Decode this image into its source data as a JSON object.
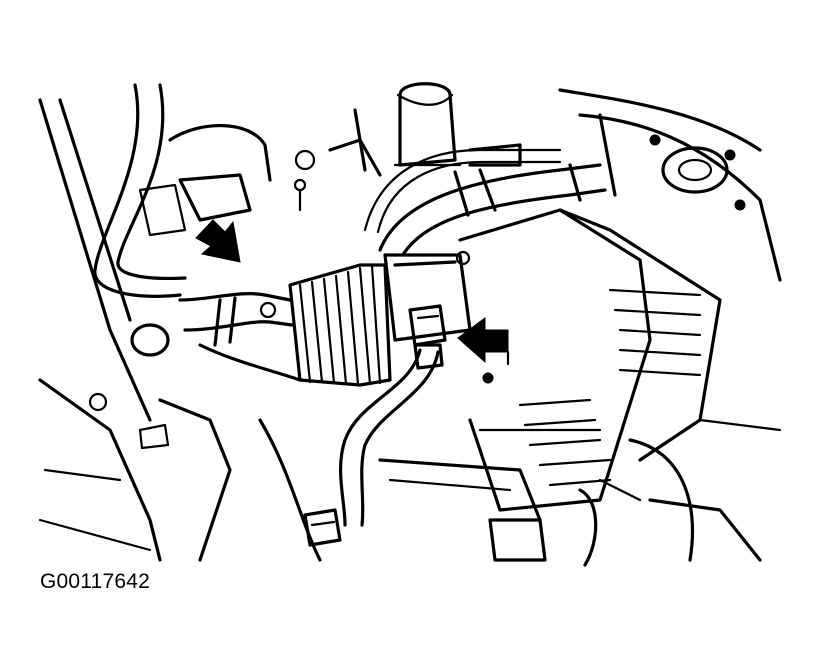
{
  "figure": {
    "id_label": "G00117642",
    "callouts": [
      {
        "name": "arrow-left-hose",
        "direction": "down-right"
      },
      {
        "name": "arrow-sensor-connector",
        "direction": "left"
      }
    ],
    "colors": {
      "line": "#000000",
      "background": "#ffffff"
    }
  }
}
